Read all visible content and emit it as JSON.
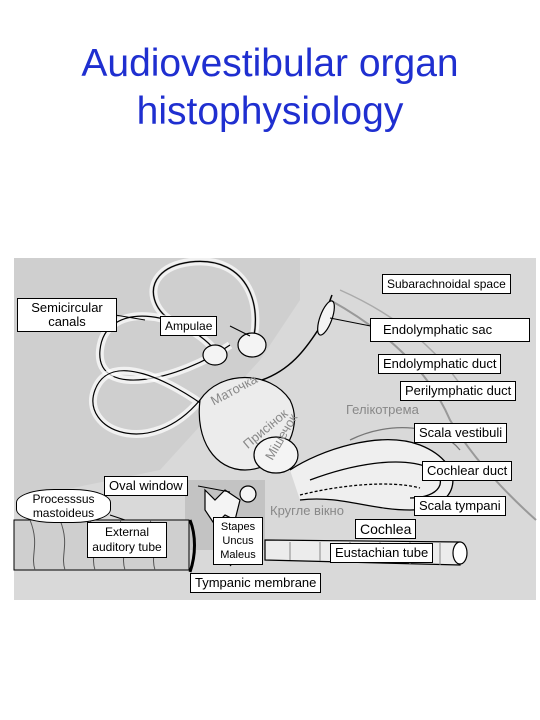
{
  "slide": {
    "title_line1": "Audiovestibular organ",
    "title_line2": "histophysiology"
  },
  "labels": {
    "subarachnoidal_space": "Subarachnoidal space",
    "semicircular_canals": "Semicircular canals",
    "ampulae": "Ampulae",
    "endolymphatic_sac": "Endolymphatic sac",
    "endolymphatic_duct": "Endolymphatic duct",
    "perilymphatic_duct": "Perilymphatic duct",
    "scala_vestibuli": "Scala vestibuli",
    "cochlear_duct": "Cochlear duct",
    "oval_window": "Oval window",
    "processus_mastoideus": "Processsus mastoideus",
    "scala_tympani": "Scala tympani",
    "external_auditory_tube": "External auditory tube",
    "stapes_uncus_maleus": "Stapes Uncus Maleus",
    "cochlea": "Cochlea",
    "eustachian_tube": "Eustachian tube",
    "tympanic_membrane": "Tympanic membrane"
  },
  "background_text": {
    "matochka": "Маточка",
    "mishechok": "Мішечок",
    "prysinok": "Присінок",
    "helikotrema": "Гелікотрема",
    "kruhle_vikno": "Кругле вікно"
  },
  "colors": {
    "title": "#1f2fd0",
    "diagram_background": "#d9d9d9",
    "outline": "#000000"
  }
}
